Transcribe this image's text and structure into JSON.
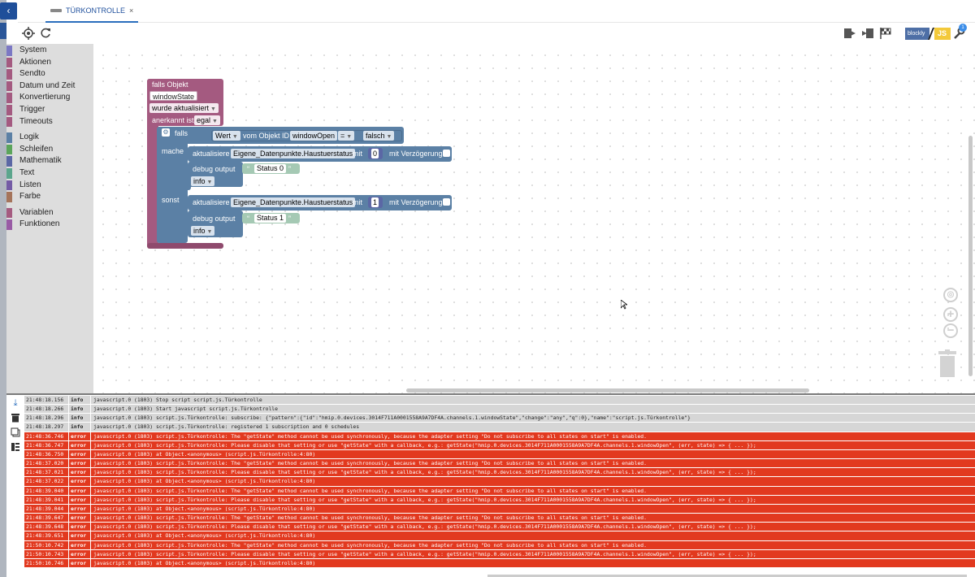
{
  "tab": {
    "label": "TÜRKONTROLLE",
    "close": "×"
  },
  "toolbar": {
    "left_icons": [
      "crosshair-icon",
      "refresh-icon"
    ],
    "right_icons": [
      "export-icon",
      "import-icon",
      "flag-icon",
      "wrench-icon"
    ],
    "logo_text": "blockly",
    "logo_js": "JS",
    "badge": "1"
  },
  "colors": {
    "accent": "#2a6ebd",
    "pink_block": "#a45a80",
    "blue_block": "#5b80a5",
    "green_block": "#a5c9b4",
    "error_row": "#e2391f",
    "info_row": "#d6d6d6"
  },
  "sidebar": {
    "group1": [
      {
        "label": "System",
        "color": "#7b78c4"
      },
      {
        "label": "Aktionen",
        "color": "#a45a80"
      },
      {
        "label": "Sendto",
        "color": "#a45a80"
      },
      {
        "label": "Datum und Zeit",
        "color": "#a45a80"
      },
      {
        "label": "Konvertierung",
        "color": "#a45a80"
      },
      {
        "label": "Trigger",
        "color": "#a45a80"
      },
      {
        "label": "Timeouts",
        "color": "#a45a80"
      }
    ],
    "group2": [
      {
        "label": "Logik",
        "color": "#5b80a5"
      },
      {
        "label": "Schleifen",
        "color": "#5ba55b"
      },
      {
        "label": "Mathematik",
        "color": "#5b67a5"
      },
      {
        "label": "Text",
        "color": "#5ba58c"
      },
      {
        "label": "Listen",
        "color": "#745ba5"
      },
      {
        "label": "Farbe",
        "color": "#a5745b"
      }
    ],
    "group3": [
      {
        "label": "Variablen",
        "color": "#a55b80"
      },
      {
        "label": "Funktionen",
        "color": "#995ba5"
      }
    ]
  },
  "blocks": {
    "trigger": {
      "title": "falls Objekt",
      "object": "windowState",
      "event": "wurde aktualisiert",
      "ack_label": "anerkannt ist",
      "ack_value": "egal"
    },
    "if": {
      "if_label": "falls",
      "value_label": "Wert",
      "from_object": "vom Objekt ID",
      "object_id": "windowOpen",
      "operator": "=",
      "compare": "falsch",
      "do_label": "mache",
      "else_label": "sonst"
    },
    "update1": {
      "label": "aktualisiere",
      "target": "Eigene_Datenpunkte.Haustuerstatus",
      "with": "mit",
      "value": "0",
      "delay": "mit Verzögerung"
    },
    "debug1": {
      "label": "debug output",
      "text": "Status 0",
      "level": "info"
    },
    "update2": {
      "label": "aktualisiere",
      "target": "Eigene_Datenpunkte.Haustuerstatus",
      "with": "mit",
      "value": "1",
      "delay": "mit Verzögerung"
    },
    "debug2": {
      "label": "debug output",
      "text": "Status 1",
      "level": "info"
    },
    "quote_open": "“",
    "quote_close": "”"
  },
  "log_tools": [
    "scroll-down-icon",
    "trash-icon",
    "copy-icon",
    "columns-icon"
  ],
  "log": [
    {
      "time": "21:48:18.156",
      "severity": "info",
      "message": "javascript.0 (1803) Stop script script.js.Türkontrolle"
    },
    {
      "time": "21:48:18.266",
      "severity": "info",
      "message": "javascript.0 (1803) Start javascript script.js.Türkontrolle"
    },
    {
      "time": "21:48:18.296",
      "severity": "info",
      "message": "javascript.0 (1803) script.js.Türkontrolle: subscribe: {\"pattern\":{\"id\":\"hmip.0.devices.3014F711A0001558A9A7DF4A.channels.1.windowState\",\"change\":\"any\",\"q\":0},\"name\":\"script.js.Türkontrolle\"}"
    },
    {
      "time": "21:48:18.297",
      "severity": "info",
      "message": "javascript.0 (1803) script.js.Türkontrolle: registered 1 subscription and 0 schedules"
    },
    {
      "time": "21:48:36.746",
      "severity": "error",
      "message": "javascript.0 (1803) script.js.Türkontrolle: The \"getState\" method cannot be used synchronously, because the adapter setting \"Do not subscribe to all states on start\" is enabled."
    },
    {
      "time": "21:48:36.747",
      "severity": "error",
      "message": "javascript.0 (1803) script.js.Türkontrolle: Please disable that setting or use \"getState\" with a callback, e.g.: getState(\"hmip.0.devices.3014F711A0001558A9A7DF4A.channels.1.windowOpen\", (err, state) => { ... });"
    },
    {
      "time": "21:48:36.750",
      "severity": "error",
      "message": "javascript.0 (1803) at Object.<anonymous> (script.js.Türkontrolle:4:80)"
    },
    {
      "time": "21:48:37.020",
      "severity": "error",
      "message": "javascript.0 (1803) script.js.Türkontrolle: The \"getState\" method cannot be used synchronously, because the adapter setting \"Do not subscribe to all states on start\" is enabled."
    },
    {
      "time": "21:48:37.021",
      "severity": "error",
      "message": "javascript.0 (1803) script.js.Türkontrolle: Please disable that setting or use \"getState\" with a callback, e.g.: getState(\"hmip.0.devices.3014F711A0001558A9A7DF4A.channels.1.windowOpen\", (err, state) => { ... });"
    },
    {
      "time": "21:48:37.022",
      "severity": "error",
      "message": "javascript.0 (1803) at Object.<anonymous> (script.js.Türkontrolle:4:80)"
    },
    {
      "time": "21:48:39.040",
      "severity": "error",
      "message": "javascript.0 (1803) script.js.Türkontrolle: The \"getState\" method cannot be used synchronously, because the adapter setting \"Do not subscribe to all states on start\" is enabled."
    },
    {
      "time": "21:48:39.041",
      "severity": "error",
      "message": "javascript.0 (1803) script.js.Türkontrolle: Please disable that setting or use \"getState\" with a callback, e.g.: getState(\"hmip.0.devices.3014F711A0001558A9A7DF4A.channels.1.windowOpen\", (err, state) => { ... });"
    },
    {
      "time": "21:48:39.044",
      "severity": "error",
      "message": "javascript.0 (1803) at Object.<anonymous> (script.js.Türkontrolle:4:80)"
    },
    {
      "time": "21:48:39.647",
      "severity": "error",
      "message": "javascript.0 (1803) script.js.Türkontrolle: The \"getState\" method cannot be used synchronously, because the adapter setting \"Do not subscribe to all states on start\" is enabled."
    },
    {
      "time": "21:48:39.648",
      "severity": "error",
      "message": "javascript.0 (1803) script.js.Türkontrolle: Please disable that setting or use \"getState\" with a callback, e.g.: getState(\"hmip.0.devices.3014F711A0001558A9A7DF4A.channels.1.windowOpen\", (err, state) => { ... });"
    },
    {
      "time": "21:48:39.651",
      "severity": "error",
      "message": "javascript.0 (1803) at Object.<anonymous> (script.js.Türkontrolle:4:80)"
    },
    {
      "time": "21:50:10.742",
      "severity": "error",
      "message": "javascript.0 (1803) script.js.Türkontrolle: The \"getState\" method cannot be used synchronously, because the adapter setting \"Do not subscribe to all states on start\" is enabled."
    },
    {
      "time": "21:50:10.743",
      "severity": "error",
      "message": "javascript.0 (1803) script.js.Türkontrolle: Please disable that setting or use \"getState\" with a callback, e.g.: getState(\"hmip.0.devices.3014F711A0001558A9A7DF4A.channels.1.windowOpen\", (err, state) => { ... });"
    },
    {
      "time": "21:50:10.746",
      "severity": "error",
      "message": "javascript.0 (1803) at Object.<anonymous> (script.js.Türkontrolle:4:80)"
    }
  ]
}
